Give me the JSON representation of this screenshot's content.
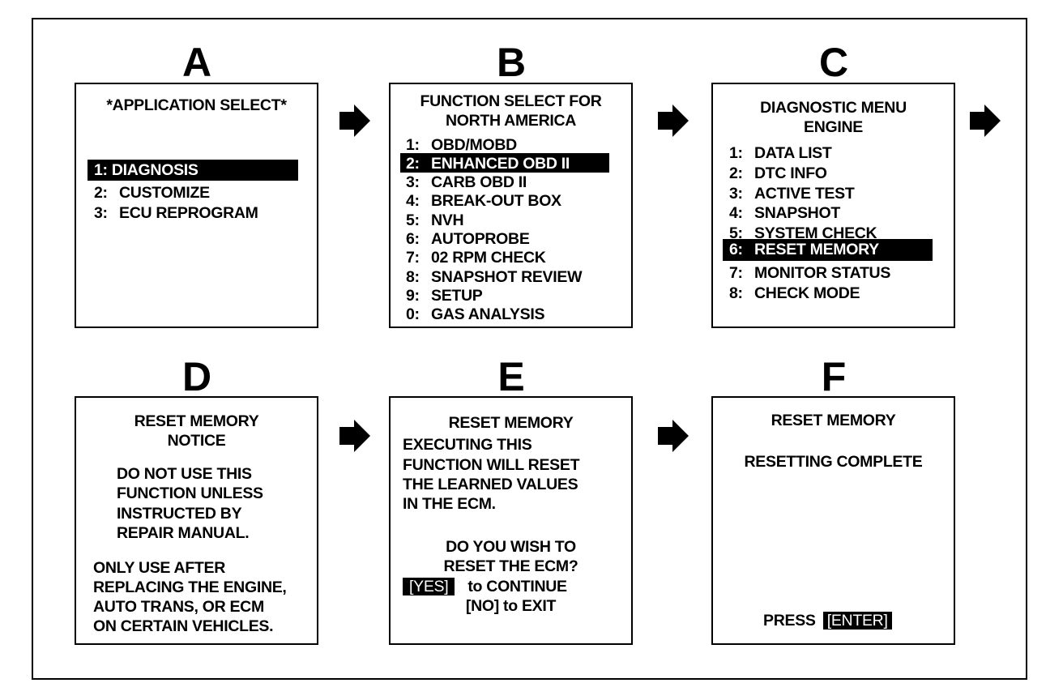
{
  "panels": {
    "A": {
      "letter": "A",
      "title": "*APPLICATION SELECT*",
      "items": [
        {
          "num": "1:",
          "label": "DIAGNOSIS",
          "selected": true
        },
        {
          "num": "2:",
          "label": "CUSTOMIZE"
        },
        {
          "num": "3:",
          "label": "ECU REPROGRAM"
        }
      ]
    },
    "B": {
      "letter": "B",
      "title": [
        "FUNCTION SELECT FOR",
        "NORTH AMERICA"
      ],
      "items": [
        {
          "num": "1:",
          "label": "OBD/MOBD"
        },
        {
          "num": "2:",
          "label": "ENHANCED OBD II",
          "selected": true
        },
        {
          "num": "3:",
          "label": "CARB OBD II"
        },
        {
          "num": "4:",
          "label": "BREAK-OUT BOX"
        },
        {
          "num": "5:",
          "label": "NVH"
        },
        {
          "num": "6:",
          "label": "AUTOPROBE"
        },
        {
          "num": "7:",
          "label": "02 RPM CHECK"
        },
        {
          "num": "8:",
          "label": "SNAPSHOT REVIEW"
        },
        {
          "num": "9:",
          "label": "SETUP"
        },
        {
          "num": "0:",
          "label": "GAS ANALYSIS"
        }
      ]
    },
    "C": {
      "letter": "C",
      "title": [
        "DIAGNOSTIC MENU",
        "ENGINE"
      ],
      "items": [
        {
          "num": "1:",
          "label": "DATA LIST"
        },
        {
          "num": "2:",
          "label": "DTC INFO"
        },
        {
          "num": "3:",
          "label": "ACTIVE TEST"
        },
        {
          "num": "4:",
          "label": "SNAPSHOT"
        },
        {
          "num": "5:",
          "label": "SYSTEM CHECK"
        },
        {
          "num": "6:",
          "label": "RESET MEMORY",
          "selected": true
        },
        {
          "num": "7:",
          "label": "MONITOR STATUS"
        },
        {
          "num": "8:",
          "label": "CHECK MODE"
        }
      ]
    },
    "D": {
      "letter": "D",
      "title": [
        "RESET MEMORY",
        "NOTICE"
      ],
      "notice": [
        "DO NOT USE THIS",
        "FUNCTION UNLESS",
        "INSTRUCTED BY",
        "REPAIR MANUAL."
      ],
      "note": [
        "ONLY USE AFTER",
        "REPLACING THE ENGINE,",
        "AUTO TRANS, OR ECM",
        "ON CERTAIN VEHICLES."
      ]
    },
    "E": {
      "letter": "E",
      "title": "RESET MEMORY",
      "body": [
        "EXECUTING THIS",
        "FUNCTION WILL RESET",
        "THE LEARNED VALUES",
        "IN THE ECM."
      ],
      "question": [
        "DO YOU WISH TO",
        "RESET THE ECM?"
      ],
      "yes_key": "[YES]",
      "yes_text": "to CONTINUE",
      "no_text": "[NO] to EXIT"
    },
    "F": {
      "letter": "F",
      "title": "RESET MEMORY",
      "status": "RESETTING COMPLETE",
      "press": "PRESS",
      "enter_key": "[ENTER]"
    }
  },
  "icons": {
    "arrow": "right-arrow-icon"
  }
}
